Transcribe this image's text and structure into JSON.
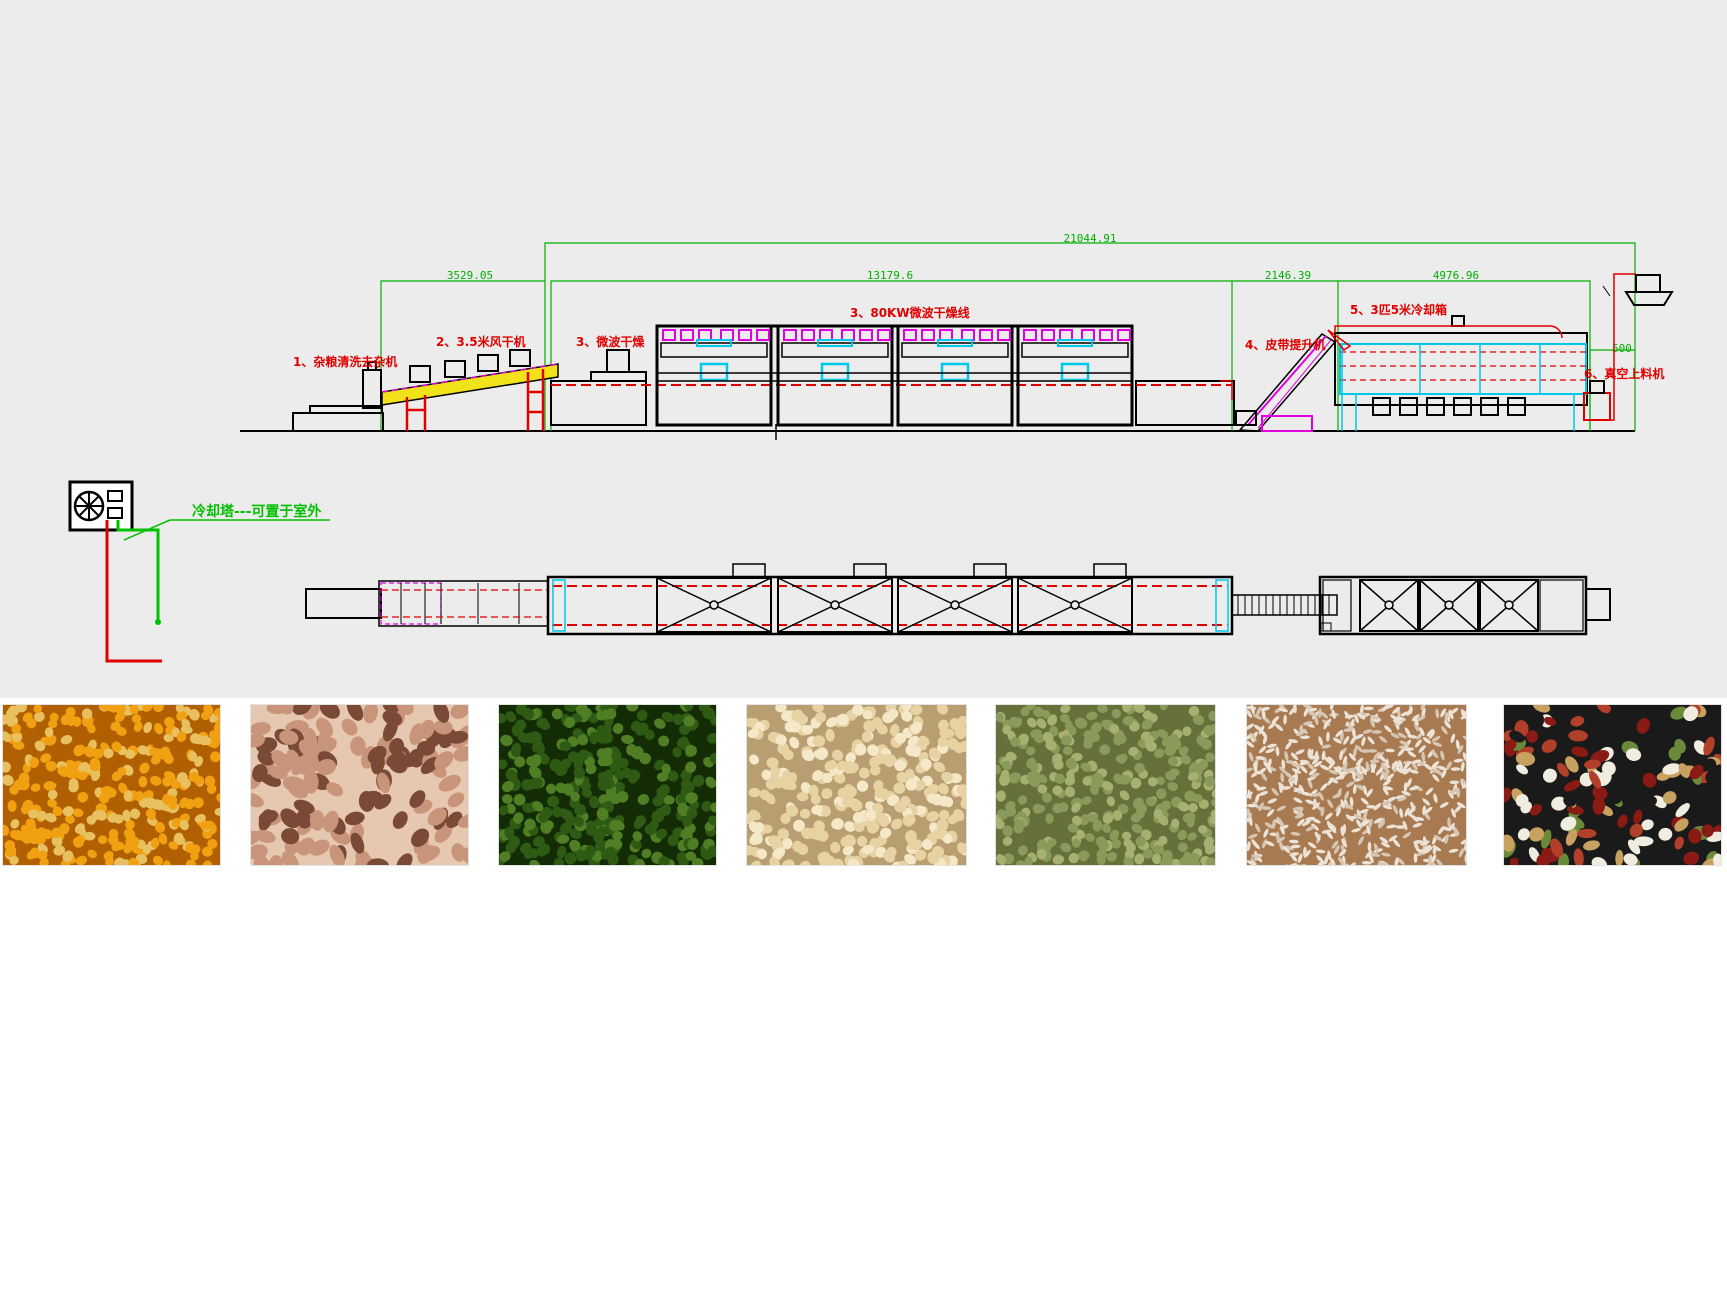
{
  "drawing": {
    "dimensions": {
      "overall": "21044.91",
      "feed_section": "3529.05",
      "microwave_section": "13179.6",
      "elevator_section": "2146.39",
      "cooling_section": "4976.96",
      "outlet_gap": "500"
    },
    "stages": [
      {
        "id": "s1",
        "label": "1、杂粮清洗去杂机"
      },
      {
        "id": "s2",
        "label": "2、3.5米风干机"
      },
      {
        "id": "s3a",
        "label": "3、微波干燥"
      },
      {
        "id": "s3",
        "label": "3、80KW微波干燥线"
      },
      {
        "id": "s4",
        "label": "4、皮带提升机"
      },
      {
        "id": "s5",
        "label": "5、3匹5米冷却箱"
      },
      {
        "id": "s6",
        "label": "6、真空上料机"
      }
    ],
    "cooling_tower_note": "冷却塔---可置于室外",
    "colors": {
      "background": "#ececec",
      "outline": "#000000",
      "dimension": "#00b000",
      "label": "#e00000",
      "conveyor": "#f2e21a",
      "heater": "#e000e0",
      "cooling_frame": "#00c8e8",
      "pipe_red": "#e00000",
      "pipe_green": "#00c000"
    }
  },
  "photos": [
    {
      "name": "corn-kernels",
      "colors": [
        "#f0a010",
        "#e8c060",
        "#b06000"
      ]
    },
    {
      "name": "pinto-beans",
      "colors": [
        "#c8957a",
        "#7a4a36",
        "#e6c8b0"
      ]
    },
    {
      "name": "mung-beans",
      "colors": [
        "#2f5a14",
        "#4f7e24",
        "#132c06"
      ]
    },
    {
      "name": "soybeans",
      "colors": [
        "#e6d2a2",
        "#f4e8c8",
        "#b89e70"
      ]
    },
    {
      "name": "green-lentils",
      "colors": [
        "#8a9a5a",
        "#a6b070",
        "#66703a"
      ]
    },
    {
      "name": "white-rice",
      "colors": [
        "#ece2d6",
        "#d6c6b2",
        "#a87a52"
      ]
    },
    {
      "name": "mixed-grains",
      "colors": [
        "#8a1a14",
        "#f0ece0",
        "#1a1a1a"
      ]
    }
  ]
}
